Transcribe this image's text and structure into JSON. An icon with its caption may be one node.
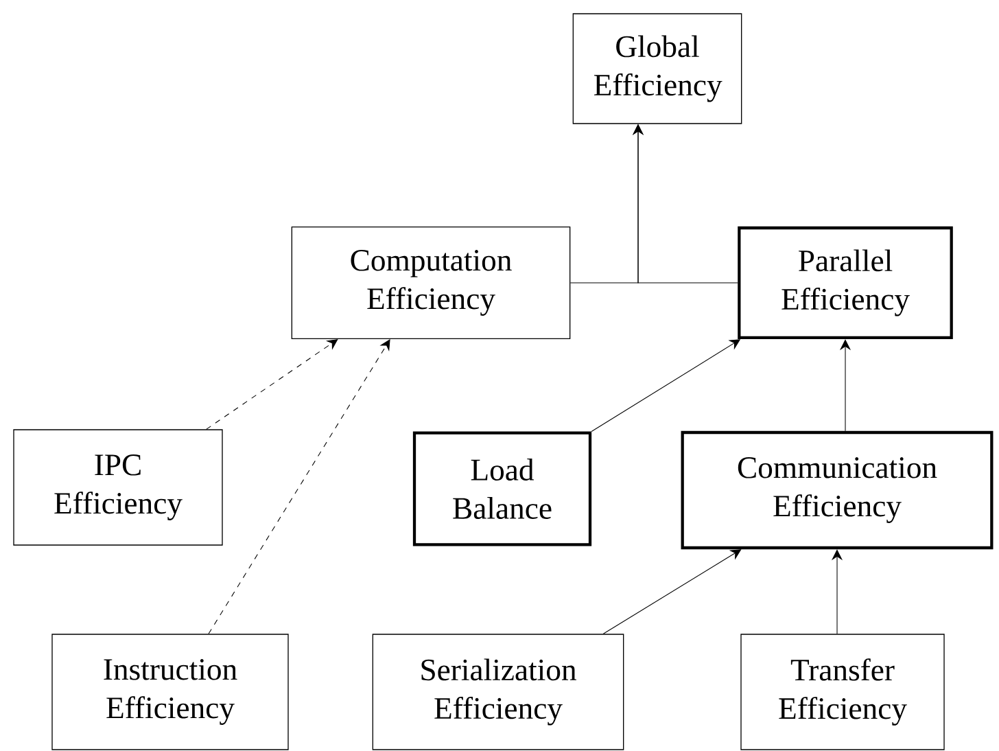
{
  "diagram": {
    "nodes": [
      {
        "text": [
          "Global Efficiency"
        ]
      },
      {
        "text": [
          "Computation Efficiency"
        ]
      },
      {
        "text": [
          "Parallel Efficiency"
        ]
      },
      {
        "text": [
          "IPC Efficiency"
        ]
      },
      {
        "text": [
          "Load Balance"
        ]
      },
      {
        "text": [
          "Communication Efficiency"
        ]
      },
      {
        "text": [
          "Instruction Efficiency"
        ]
      },
      {
        "text": [
          "Serialization Efficiency"
        ]
      },
      {
        "text": [
          "Transfer Efficiency"
        ]
      }
    ],
    "edges": [
      {
        "from": 1,
        "to": 0,
        "arrow": "to"
      },
      {
        "from": 2,
        "to": 0,
        "arrow": "to"
      },
      {
        "from": 4,
        "to": 2,
        "arrow": "to"
      },
      {
        "from": 5,
        "to": 2,
        "arrow": "to"
      },
      {
        "from": 3,
        "to": 1,
        "arrow": "to",
        "style": "dashed"
      },
      {
        "from": 6,
        "to": 1,
        "arrow": "to",
        "style": "dashed"
      },
      {
        "from": 7,
        "to": 5,
        "arrow": "to"
      },
      {
        "from": 8,
        "to": 5,
        "arrow": "to"
      }
    ]
  }
}
